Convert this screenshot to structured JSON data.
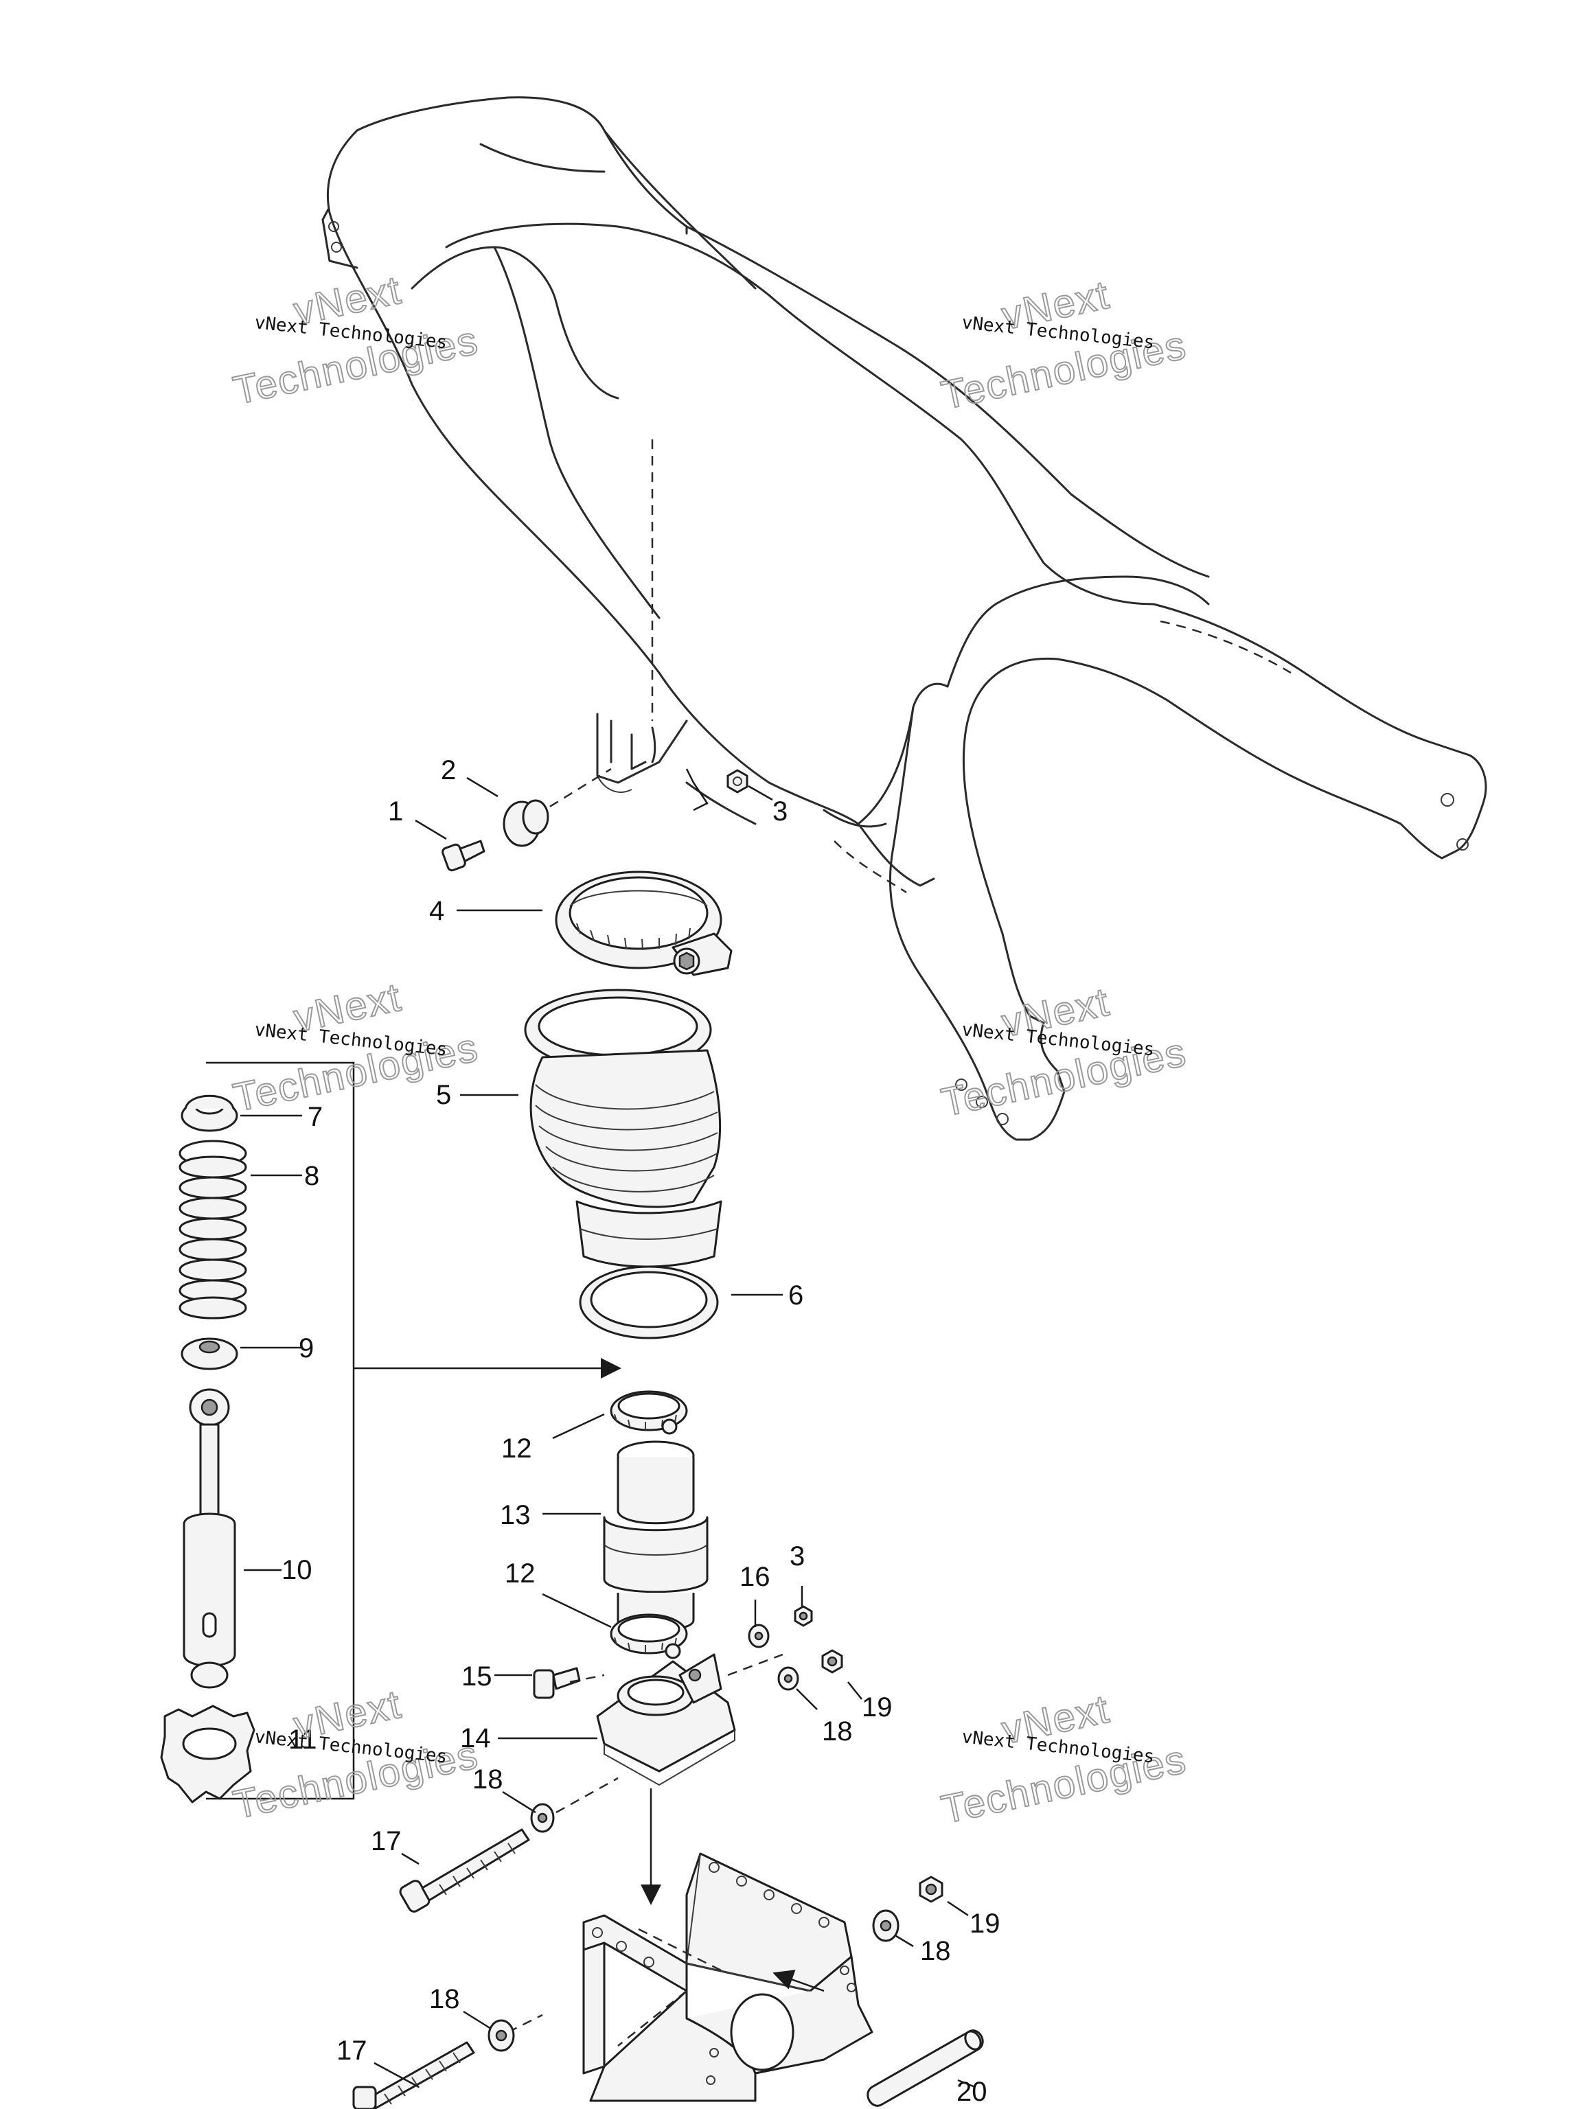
{
  "watermark": {
    "line1": "vNext",
    "line2": "Technologies",
    "small": "vNext Technologies"
  },
  "callouts": [
    {
      "id": "c1",
      "text": "1"
    },
    {
      "id": "c2",
      "text": "2"
    },
    {
      "id": "c3a",
      "text": "3"
    },
    {
      "id": "c4",
      "text": "4"
    },
    {
      "id": "c5",
      "text": "5"
    },
    {
      "id": "c6",
      "text": "6"
    },
    {
      "id": "c7",
      "text": "7"
    },
    {
      "id": "c8",
      "text": "8"
    },
    {
      "id": "c9",
      "text": "9"
    },
    {
      "id": "c10",
      "text": "10"
    },
    {
      "id": "c11",
      "text": "11"
    },
    {
      "id": "c12a",
      "text": "12"
    },
    {
      "id": "c13",
      "text": "13"
    },
    {
      "id": "c12b",
      "text": "12"
    },
    {
      "id": "c16",
      "text": "16"
    },
    {
      "id": "c3b",
      "text": "3"
    },
    {
      "id": "c15",
      "text": "15"
    },
    {
      "id": "c19a",
      "text": "19"
    },
    {
      "id": "c18a",
      "text": "18"
    },
    {
      "id": "c14",
      "text": "14"
    },
    {
      "id": "c18b",
      "text": "18"
    },
    {
      "id": "c17a",
      "text": "17"
    },
    {
      "id": "c19b",
      "text": "19"
    },
    {
      "id": "c18c",
      "text": "18"
    },
    {
      "id": "c18d",
      "text": "18"
    },
    {
      "id": "c17b",
      "text": "17"
    },
    {
      "id": "c20",
      "text": "20"
    }
  ]
}
